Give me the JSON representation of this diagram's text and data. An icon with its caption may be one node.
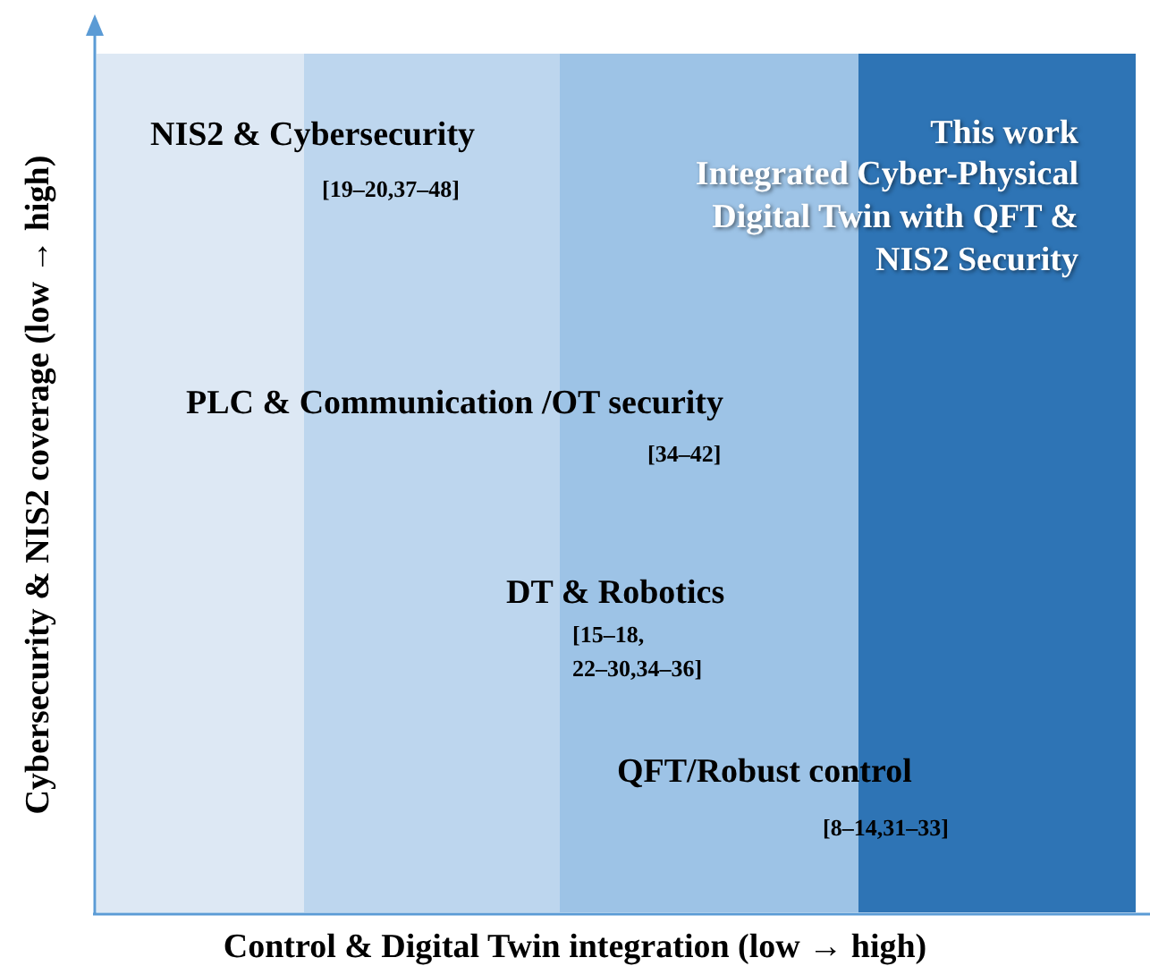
{
  "diagram": {
    "labels": [
      "Cybersecurity & NIS2 coverage (low → high)",
      "NIS2 & Cybersecurity",
      "[19–20,37–48]",
      "This work",
      "Integrated Cyber-Physical Digital Twin with QFT & NIS2 Security",
      "PLC & Communication /OT security",
      "[34–42]",
      "DT & Robotics",
      "[15–18, 22–30,34–36]",
      "QFT/Robust control",
      "[8–14,31–33]",
      "Control & Digital Twin integration (low → high)"
    ]
  }
}
